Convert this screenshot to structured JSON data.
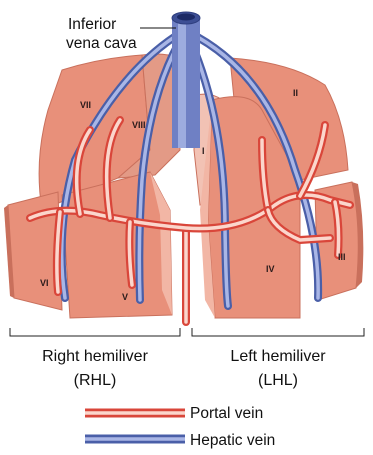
{
  "labels": {
    "ivc_line1": "Inferior",
    "ivc_line2": "vena cava",
    "right_line1": "Right hemiliver",
    "right_line2": "(RHL)",
    "left_line1": "Left hemiliver",
    "left_line2": "(LHL)"
  },
  "segments": {
    "I": "I",
    "II": "II",
    "III": "III",
    "IV": "IV",
    "V": "V",
    "VI": "VI",
    "VII": "VII",
    "VIII": "VIII"
  },
  "legend": {
    "portal": "Portal vein",
    "hepatic": "Hepatic vein"
  },
  "colors": {
    "liver_fill": "#e8907a",
    "liver_dark": "#c9705c",
    "liver_light": "#f2b6a5",
    "portal_outer": "#d9463a",
    "portal_inner": "#fbd6cc",
    "hepatic_outer": "#4a5fa8",
    "hepatic_inner": "#a9b6e6",
    "ivc_fill": "#6f80c4"
  }
}
